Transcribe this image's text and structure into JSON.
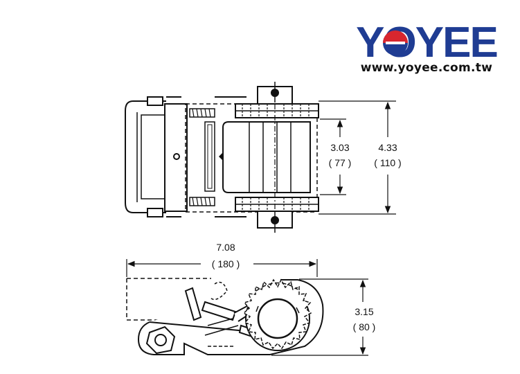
{
  "brand": {
    "name": "YOYEE",
    "url": "www.yoyee.com.tw",
    "color_primary": "#1f3c93",
    "color_accent": "#d8262e"
  },
  "dimensions": {
    "inner_width_in": "3.03",
    "inner_width_mm": "( 77 )",
    "outer_width_in": "4.33",
    "outer_width_mm": "( 110 )",
    "length_in": "7.08",
    "length_mm": "( 180 )",
    "height_in": "3.15",
    "height_mm": "( 80 )"
  }
}
